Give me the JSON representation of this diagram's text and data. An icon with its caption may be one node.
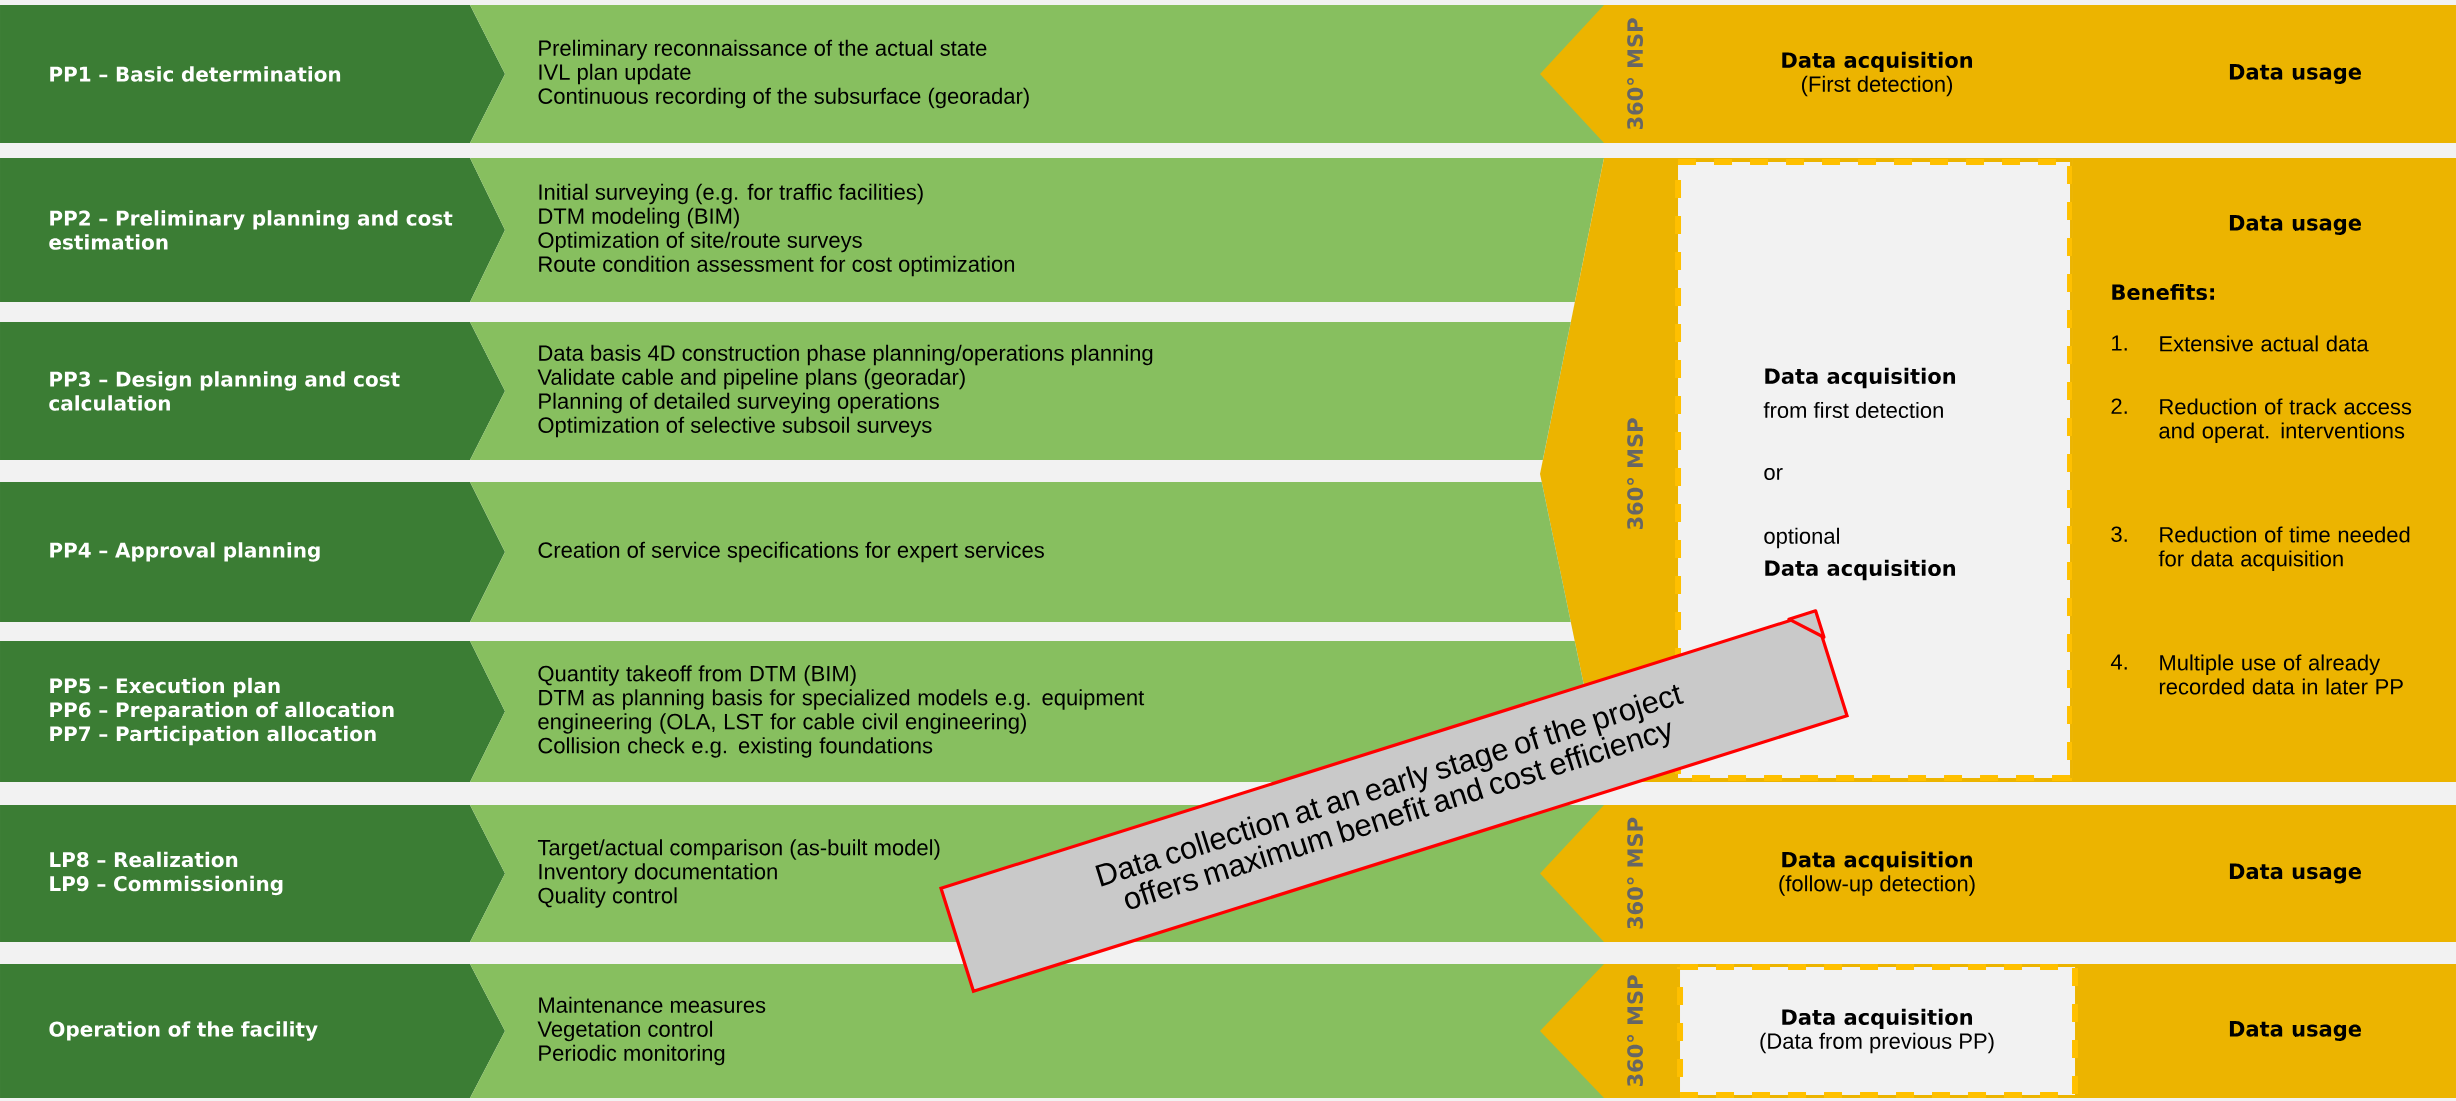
{
  "diagram": {
    "nodes": [
      {
        "text": [
          "PP1 – Basic determination"
        ]
      },
      {
        "text": [
          "Preliminary reconnaissance of the actual state",
          "IVL plan update",
          "Continuous recording of the subsurface (georadar)"
        ]
      },
      {
        "text": [
          "360° MSP",
          "Data acquisition",
          "(First detection)",
          "Data usage"
        ]
      },
      {
        "text": [
          "PP2 – Preliminary planning and cost estimation"
        ]
      },
      {
        "text": [
          "Initial surveying (e.g. for traffic facilities)",
          "DTM modeling (BIM)",
          "Optimization of site/route surveys",
          "Route condition assessment for cost optimization"
        ]
      },
      {
        "text": [
          "360° MSP"
        ]
      },
      {
        "text": [
          "Data acquisition",
          "from first detection",
          "or",
          "optional",
          "Data acquisition"
        ],
        "in": 5
      },
      {
        "text": [
          "Data usage",
          "Benefits:",
          "1.",
          "Extensive actual data",
          "2.",
          "Reduction of track access and operat. interventions",
          "3.",
          "Reduction of time needed for data acquisition",
          "4.",
          "Multiple use of already recorded data in later PP"
        ]
      },
      {
        "text": [
          "PP3 – Design planning and cost calculation"
        ]
      },
      {
        "text": [
          "Data basis 4D construction phase planning/operations planning",
          "Validate cable and pipeline plans (georadar)",
          "Planning of detailed surveying operations",
          "Optimization of selective subsoil surveys"
        ]
      },
      {
        "text": [
          "PP4 – Approval planning"
        ]
      },
      {
        "text": [
          "Creation of service specifications for expert services"
        ]
      },
      {
        "text": [
          "PP5 – Execution plan",
          "PP6 – Preparation of allocation",
          "PP7 – Participation allocation"
        ]
      },
      {
        "text": [
          "Quantity takeoff from DTM (BIM)",
          "DTM as planning basis for specialized models e.g. equipment engineering (OLA, LST for cable civil engineering)",
          "Collision check e.g. existing foundations"
        ]
      },
      {
        "text": [
          "LP8 – Realization",
          "LP9 – Commissioning"
        ]
      },
      {
        "text": [
          "Target/actual comparison (as-built model)",
          "Inventory documentation",
          "Quality control"
        ]
      },
      {
        "text": [
          "360° MSP",
          "Data acquisition",
          "(follow-up detection)",
          "Data usage"
        ]
      },
      {
        "text": [
          "Operation of the facility"
        ]
      },
      {
        "text": [
          "Maintenance measures",
          "Vegetation control",
          "Periodic monitoring"
        ]
      },
      {
        "text": [
          "360° MSP",
          "Data usage"
        ]
      },
      {
        "text": [
          "Data acquisition",
          "(Data from previous PP)"
        ],
        "in": 19
      },
      {
        "text": [
          "Data collection at an early stage of the project offers maximum benefit and cost efficiency"
        ]
      }
    ]
  }
}
